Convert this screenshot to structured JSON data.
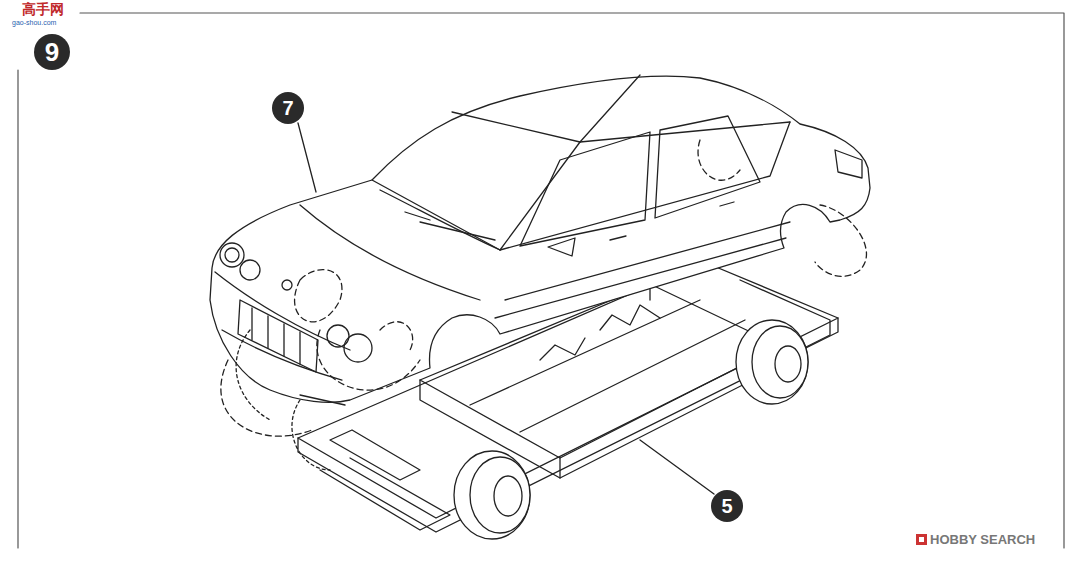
{
  "diagram": {
    "labels": [
      "9",
      "7",
      "5",
      "高手网",
      "gao-shou.com",
      "HOBBY SEARCH"
    ]
  }
}
